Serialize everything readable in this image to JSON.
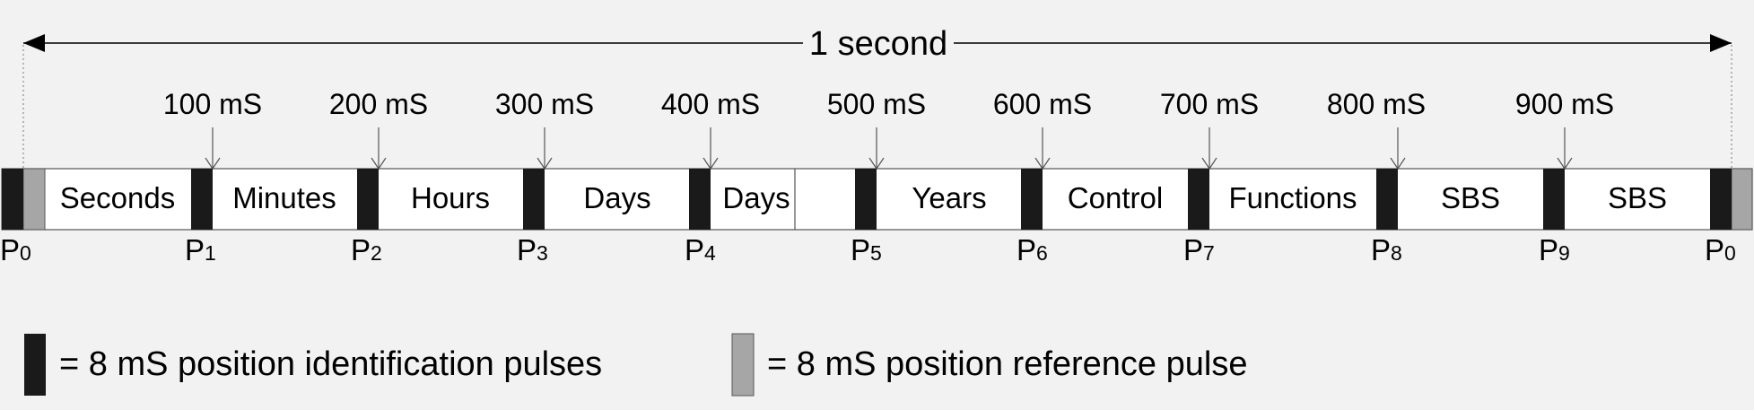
{
  "title": "1 second",
  "time_ticks": [
    "100 mS",
    "200 mS",
    "300 mS",
    "400 mS",
    "500 mS",
    "600 mS",
    "700 mS",
    "800 mS",
    "900 mS"
  ],
  "segments": [
    "Seconds",
    "Minutes",
    "Hours",
    "Days",
    "Days",
    "Years",
    "Control",
    "Functions",
    "SBS",
    "SBS"
  ],
  "pulses": [
    {
      "letter": "P",
      "index": "0"
    },
    {
      "letter": "P",
      "index": "1"
    },
    {
      "letter": "P",
      "index": "2"
    },
    {
      "letter": "P",
      "index": "3"
    },
    {
      "letter": "P",
      "index": "4"
    },
    {
      "letter": "P",
      "index": "5"
    },
    {
      "letter": "P",
      "index": "6"
    },
    {
      "letter": "P",
      "index": "7"
    },
    {
      "letter": "P",
      "index": "8"
    },
    {
      "letter": "P",
      "index": "9"
    },
    {
      "letter": "P",
      "index": "0"
    }
  ],
  "legend": {
    "identification": "= 8 mS position identification pulses",
    "reference": "= 8 mS position reference pulse"
  },
  "colors": {
    "background": "#f2f2f2",
    "identification_pulse": "#1a1a1a",
    "reference_pulse": "#a6a6a6",
    "frame_fill": "#ffffff",
    "line": "#555555"
  }
}
